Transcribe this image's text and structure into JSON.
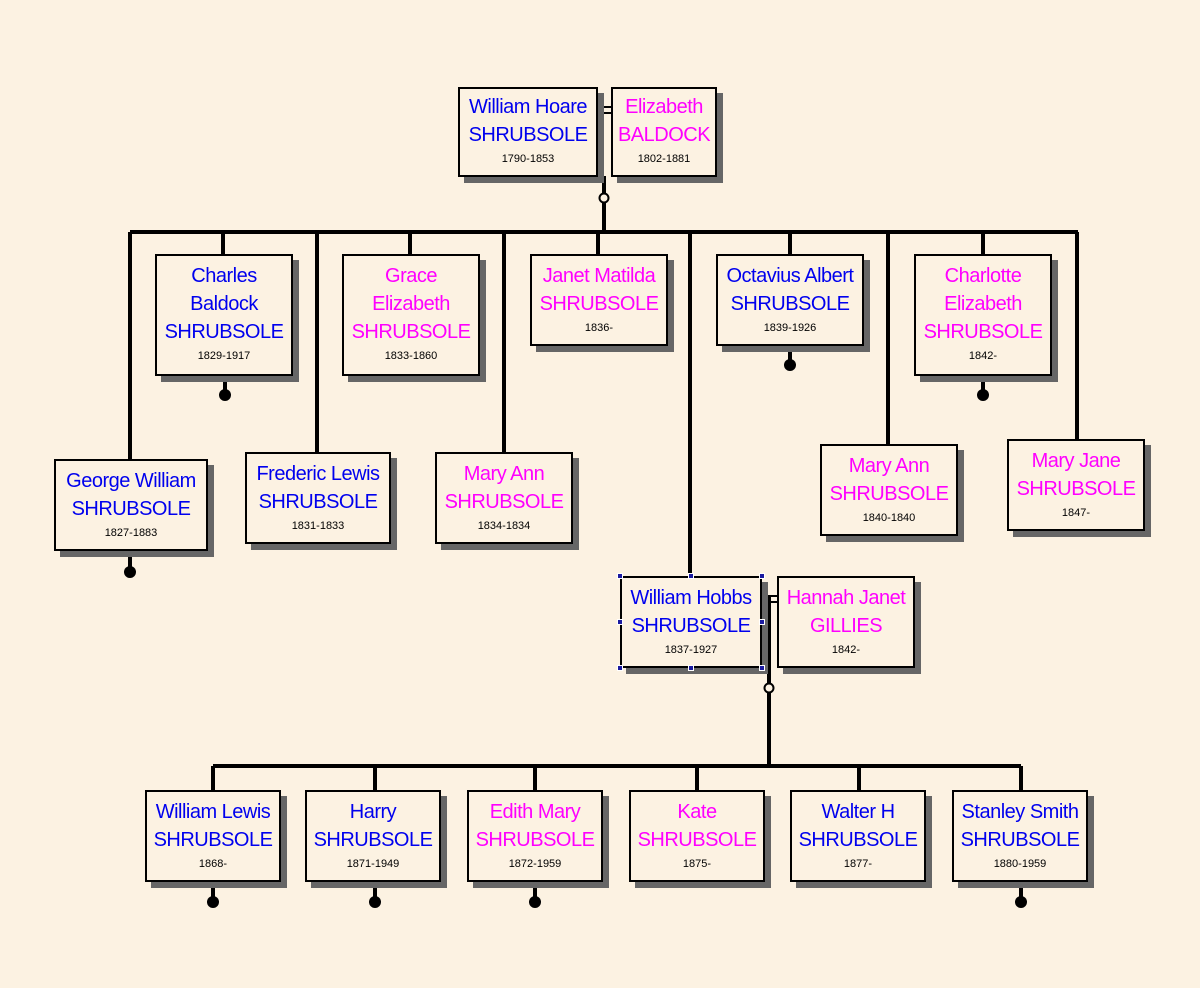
{
  "colors": {
    "background": "#fcf2e2",
    "male": "#0000ee",
    "female": "#ff00ff",
    "line": "#000000"
  },
  "people": {
    "william_hoare": {
      "line1": "William Hoare",
      "line2": "SHRUBSOLE",
      "dates": "1790-1853",
      "sex": "male"
    },
    "elizabeth_baldock": {
      "line1": "Elizabeth",
      "line2": "BALDOCK",
      "dates": "1802-1881",
      "sex": "female"
    },
    "charles": {
      "line1": "Charles",
      "line2": "Baldock",
      "line3": "SHRUBSOLE",
      "dates": "1829-1917",
      "sex": "male"
    },
    "grace": {
      "line1": "Grace",
      "line2": "Elizabeth",
      "line3": "SHRUBSOLE",
      "dates": "1833-1860",
      "sex": "female"
    },
    "janet": {
      "line1": "Janet Matilda",
      "line2": "SHRUBSOLE",
      "dates": "1836-",
      "sex": "female"
    },
    "octavius": {
      "line1": "Octavius Albert",
      "line2": "SHRUBSOLE",
      "dates": "1839-1926",
      "sex": "male"
    },
    "charlotte": {
      "line1": "Charlotte",
      "line2": "Elizabeth",
      "line3": "SHRUBSOLE",
      "dates": "1842-",
      "sex": "female"
    },
    "george": {
      "line1": "George William",
      "line2": "SHRUBSOLE",
      "dates": "1827-1883",
      "sex": "male"
    },
    "frederic": {
      "line1": "Frederic Lewis",
      "line2": "SHRUBSOLE",
      "dates": "1831-1833",
      "sex": "male"
    },
    "mary_ann_1834": {
      "line1": "Mary Ann",
      "line2": "SHRUBSOLE",
      "dates": "1834-1834",
      "sex": "female"
    },
    "mary_ann_1840": {
      "line1": "Mary Ann",
      "line2": "SHRUBSOLE",
      "dates": "1840-1840",
      "sex": "female"
    },
    "mary_jane": {
      "line1": "Mary Jane",
      "line2": "SHRUBSOLE",
      "dates": "1847-",
      "sex": "female"
    },
    "william_hobbs": {
      "line1": "William Hobbs",
      "line2": "SHRUBSOLE",
      "dates": "1837-1927",
      "sex": "male"
    },
    "hannah": {
      "line1": "Hannah Janet",
      "line2": "GILLIES",
      "dates": "1842-",
      "sex": "female"
    },
    "william_lewis": {
      "line1": "William Lewis",
      "line2": "SHRUBSOLE",
      "dates": "1868-",
      "sex": "male"
    },
    "harry": {
      "line1": "Harry",
      "line2": "SHRUBSOLE",
      "dates": "1871-1949",
      "sex": "male"
    },
    "edith": {
      "line1": "Edith Mary",
      "line2": "SHRUBSOLE",
      "dates": "1872-1959",
      "sex": "female"
    },
    "kate": {
      "line1": "Kate",
      "line2": "SHRUBSOLE",
      "dates": "1875-",
      "sex": "female"
    },
    "walter": {
      "line1": "Walter H",
      "line2": "SHRUBSOLE",
      "dates": "1877-",
      "sex": "male"
    },
    "stanley": {
      "line1": "Stanley Smith",
      "line2": "SHRUBSOLE",
      "dates": "1880-1959",
      "sex": "male"
    }
  }
}
